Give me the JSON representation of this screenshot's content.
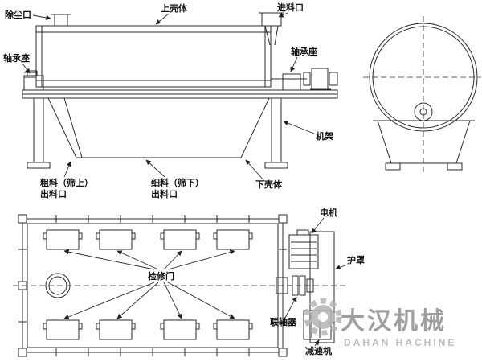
{
  "diagram": {
    "side_view": {
      "labels": {
        "dust_port": "除尘口",
        "upper_casing": "上壳体",
        "feed_inlet": "进料口",
        "bearing_left": "轴承座",
        "bearing_right": "轴承座",
        "frame": "机架",
        "coarse_outlet_line1": "粗料（筛上）",
        "coarse_outlet_line2": "出料口",
        "fine_outlet_line1": "细料（筛下）",
        "fine_outlet_line2": "出料口",
        "lower_casing": "下壳体"
      }
    },
    "plan_view": {
      "labels": {
        "motor": "电机",
        "guard": "护罩",
        "inspection_door": "检修门",
        "coupling": "联轴器",
        "reducer": "减速机"
      }
    },
    "watermark": {
      "brand_cn": "大汉机械",
      "brand_en": "DAHAN HACHINE"
    },
    "line_color": "#2b2b2b",
    "watermark_color": "#8f8f8f"
  }
}
